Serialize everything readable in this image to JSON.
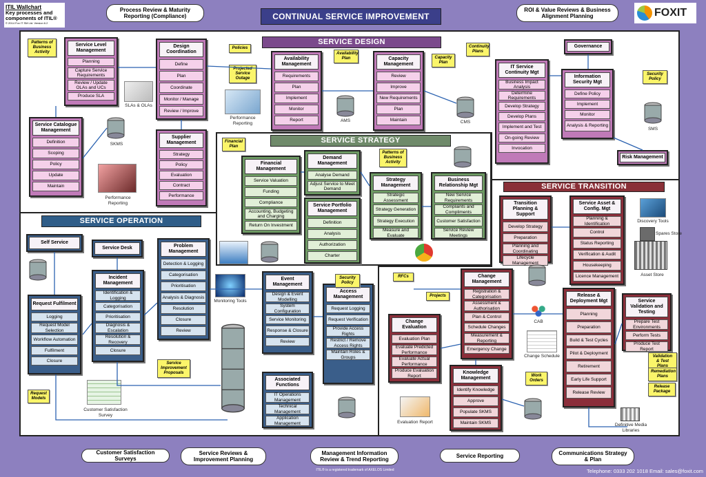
{
  "title": {
    "line1": "ITIL Wallchart",
    "line2": "Key processes and components of ITIL®",
    "copy": "© 2014 Fox IT SM Ltd. Version 6.2"
  },
  "logo": {
    "text": "FOXIT"
  },
  "top_pills": [
    "Process Review & Maturity Reporting (Compliance)",
    "ROI & Value Reviews & Business Alignment Planning"
  ],
  "bottom_pills": [
    "Customer Satisfaction Surveys",
    "Service Reviews & Improvement Planning",
    "Management Information Review & Trend Reporting",
    "Service Reporting",
    "Communications Strategy & Plan"
  ],
  "footer": {
    "trademark": "ITIL® is a registered trademark of AXELOS Limited",
    "contact": "Telephone: 0333 202 1018  Email: sales@foxit.com"
  },
  "sections": {
    "csi": "CONTINUAL SERVICE IMPROVEMENT",
    "design": "SERVICE DESIGN",
    "strategy": "SERVICE STRATEGY",
    "operation": "SERVICE OPERATION",
    "transition": "SERVICE TRANSITION"
  },
  "notes": {
    "patterns": "Patterns of Business Activity",
    "policies": "Policies",
    "availability_plan": "Availability Plan",
    "capacity_plan": "Capacity Plan",
    "continuity_plans": "Continuity Plans",
    "security_policy": "Security Policy",
    "projected_outage": "Projected Service Outage",
    "financial_plan": "Financial Plan",
    "patterns2": "Patterns of Business Activity",
    "security_policy2": "Security Policy",
    "service_improvement": "Service Improvement Proposals",
    "request_models": "Request Models",
    "rfcs": "RFCs",
    "projects": "Projects",
    "work_orders": "Work Orders",
    "validation": "Validation & Test Plans",
    "remediation": "Remediation Plans",
    "release_package": "Release Package"
  },
  "captions": {
    "slas": "SLAs & OLAs",
    "perf_reporting": "Performance Reporting",
    "perf_reporting2": "Performance Reporting",
    "discovery": "Discovery Tools",
    "spares": "Spares Store",
    "asset": "Asset Store",
    "monitoring": "Monitoring Tools",
    "customer_survey": "Customer Satisfaction Survey",
    "eval_report": "Evaluation Report",
    "cab": "CAB",
    "change_schedule": "Change Schedule",
    "dml": "Definitive Media Libraries"
  },
  "db": {
    "skms": "SKMS",
    "ams": "AMS",
    "cms": "CMS",
    "sms": "SMS"
  },
  "boxes": {
    "slm": {
      "title": "Service Level Management",
      "items": [
        "Planning",
        "Capture Service Requirements",
        "Review / Update OLAs and UCs",
        "Produce SLA"
      ]
    },
    "design_coord": {
      "title": "Design Coordination",
      "items": [
        "Define",
        "Plan",
        "Coordinate",
        "Monitor / Manage",
        "Review / Improve"
      ]
    },
    "availability": {
      "title": "Availability Management",
      "items": [
        "Requirements",
        "Plan",
        "Implement",
        "Monitor",
        "Report"
      ]
    },
    "capacity": {
      "title": "Capacity Management",
      "items": [
        "Review",
        "Improve",
        "New Requirements",
        "Plan",
        "Maintain"
      ]
    },
    "itscm": {
      "title": "IT Service Continuity Mgt",
      "items": [
        "Business Impact Analysis",
        "Determine Requirements",
        "Develop Strategy",
        "Develop Plans",
        "Implement and Test",
        "On-going Review",
        "Invocation"
      ]
    },
    "governance": {
      "title": "Governance",
      "items": []
    },
    "ism": {
      "title": "Information Security Mgt",
      "items": [
        "Define Policy",
        "Implement",
        "Monitor",
        "Analysis & Reporting"
      ]
    },
    "risk": {
      "title": "Risk Management",
      "items": []
    },
    "catalogue": {
      "title": "Service Catalogue Management",
      "items": [
        "Definition",
        "Scoping",
        "Policy",
        "Update",
        "Maintain"
      ]
    },
    "supplier": {
      "title": "Supplier Management",
      "items": [
        "Strategy",
        "Policy",
        "Evaluation",
        "Contract",
        "Performance"
      ]
    },
    "financial": {
      "title": "Financial Management",
      "items": [
        "Service Valuation",
        "Funding",
        "Compliance",
        "Accounting, Budgeting and Charging",
        "Return On Investment"
      ]
    },
    "demand": {
      "title": "Demand Management",
      "items": [
        "Analyse Demand",
        "Adjust Service to Meet Demand"
      ]
    },
    "portfolio": {
      "title": "Service Portfolio Management",
      "items": [
        "Definition",
        "Analysis",
        "Authorization",
        "Charter"
      ]
    },
    "strategy_mgmt": {
      "title": "Strategy Management",
      "items": [
        "Strategic Assessment",
        "Strategy Generation",
        "Strategy Execution",
        "Measure and Evaluate"
      ]
    },
    "brm": {
      "title": "Business Relationship Mgt",
      "items": [
        "New Service Requirements",
        "Complaints and Compliments",
        "Customer Satisfaction",
        "Service Review Meetings"
      ]
    },
    "self_service": {
      "title": "Self Service",
      "items": []
    },
    "service_desk": {
      "title": "Service Desk",
      "items": []
    },
    "incident": {
      "title": "Incident Management",
      "items": [
        "Identification & Logging",
        "Categorisation",
        "Prioritisation",
        "Diagnosis & Escalation",
        "Resolution & Recovery",
        "Closure"
      ]
    },
    "problem": {
      "title": "Problem Management",
      "items": [
        "Detection & Logging",
        "Categorisation",
        "Prioritisation",
        "Analysis & Diagnosis",
        "Resolution",
        "Closure",
        "Review"
      ]
    },
    "request": {
      "title": "Request Fulfilment",
      "items": [
        "Logging",
        "Request Model Selection",
        "Workflow Automation",
        "Fulfilment",
        "Closure"
      ]
    },
    "event": {
      "title": "Event Management",
      "items": [
        "Design & Event Modelling",
        "System Configuration",
        "Service Monitoring",
        "Response & Closure",
        "Review"
      ]
    },
    "access": {
      "title": "Access Management",
      "items": [
        "Request Logging",
        "Request Verification",
        "Provide Access Rights",
        "Restrict / Remove Access Rights",
        "Maintain Roles & Groups"
      ]
    },
    "functions": {
      "title": "Associated Functions",
      "items": [
        "IT Operations Management",
        "Technical Management",
        "Application Management"
      ]
    },
    "transition_planning": {
      "title": "Transition Planning & Support",
      "items": [
        "Develop Strategy",
        "Preparation",
        "Planning and Coordinating",
        "Lifecycle Management"
      ]
    },
    "sacm": {
      "title": "Service Asset & Config. Mgt",
      "items": [
        "Planning & Identification",
        "Control",
        "Status Reporting",
        "Verification & Audit",
        "Housekeeping",
        "Licence Management"
      ]
    },
    "change": {
      "title": "Change Management",
      "items": [
        "Registration & Categorisation",
        "Assessment & Authorisation",
        "Plan & Control",
        "Schedule Changes",
        "Measurement & Reporting",
        "Emergency Change"
      ]
    },
    "change_eval": {
      "title": "Change Evaluation",
      "items": [
        "Evaluation Plan",
        "Evaluate Predicted Performance",
        "Evaluate Actual Performance",
        "Produce Evaluation Report"
      ]
    },
    "knowledge": {
      "title": "Knowledge Management",
      "items": [
        "Identify Knowledge",
        "Approve",
        "Populate SKMS",
        "Maintain SKMS"
      ]
    },
    "release": {
      "title": "Release & Deployment Mgt",
      "items": [
        "Planning",
        "Preparation",
        "Build & Test Cycles",
        "Pilot & Deployment",
        "Retirement",
        "Early Life Support",
        "Release Review"
      ]
    },
    "validation": {
      "title": "Service Validation and Testing",
      "items": [
        "Prepare Test Environments",
        "Perform Tests",
        "Produce Test Report"
      ]
    }
  }
}
